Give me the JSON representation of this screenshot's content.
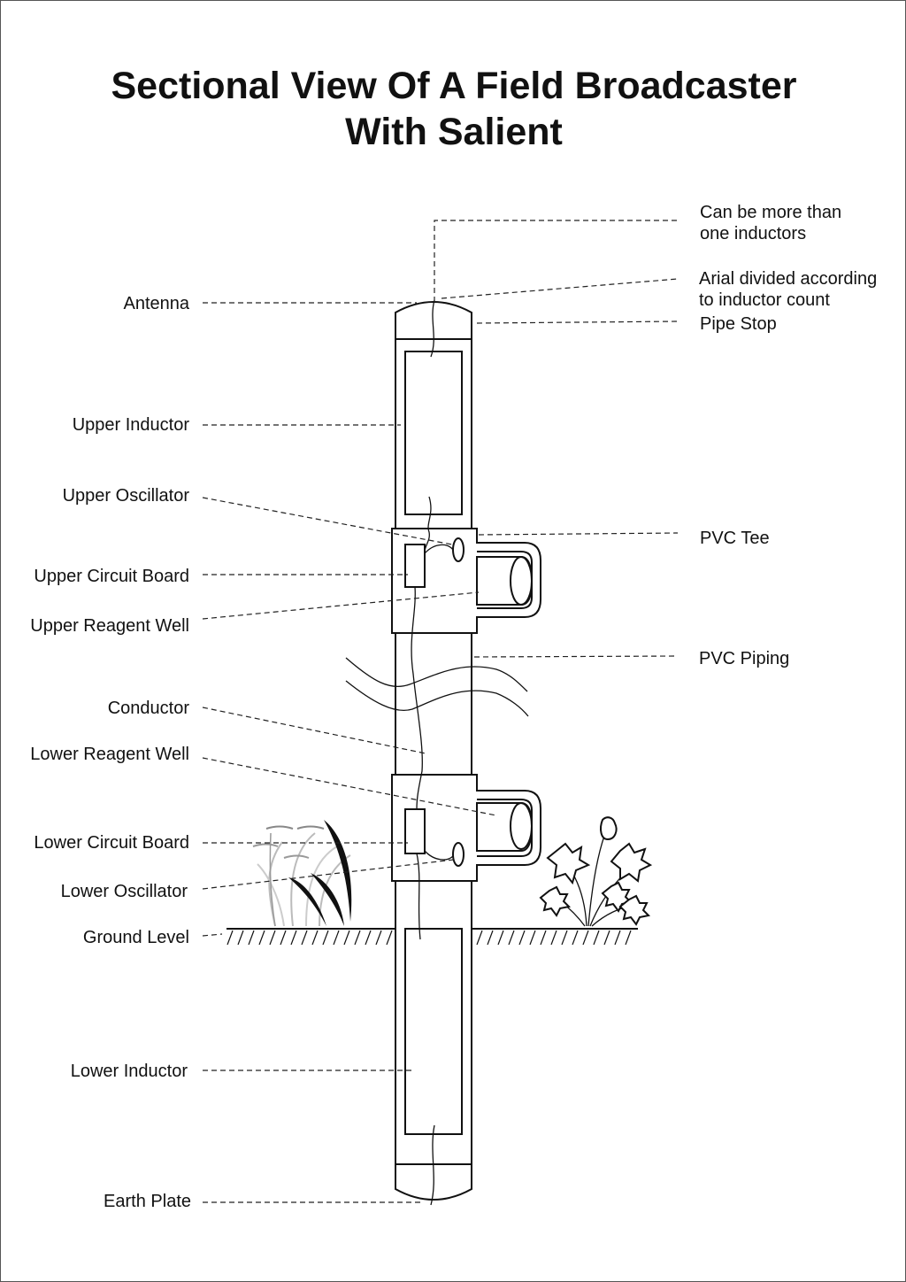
{
  "title": {
    "line1": "Sectional View Of A Field Broadcaster",
    "line2": "With Salient"
  },
  "labels_left": {
    "antenna": "Antenna",
    "upper_inductor": "Upper Inductor",
    "upper_oscillator": "Upper Oscillator",
    "upper_circuit_board": "Upper Circuit Board",
    "upper_reagent_well": "Upper Reagent Well",
    "conductor": "Conductor",
    "lower_reagent_well": "Lower Reagent Well",
    "lower_circuit_board": "Lower Circuit Board",
    "lower_oscillator": "Lower Oscillator",
    "ground_level": "Ground Level",
    "lower_inductor": "Lower Inductor",
    "earth_plate": "Earth Plate"
  },
  "labels_right": {
    "more_inductors_line1": "Can be more than",
    "more_inductors_line2": "one inductors",
    "arial_line1": "Arial divided according",
    "arial_line2": "to inductor count",
    "pipe_stop": "Pipe Stop",
    "pvc_tee": "PVC Tee",
    "pvc_piping": "PVC Piping"
  },
  "colors": {
    "line": "#111111",
    "background": "#ffffff",
    "border": "#555555"
  }
}
